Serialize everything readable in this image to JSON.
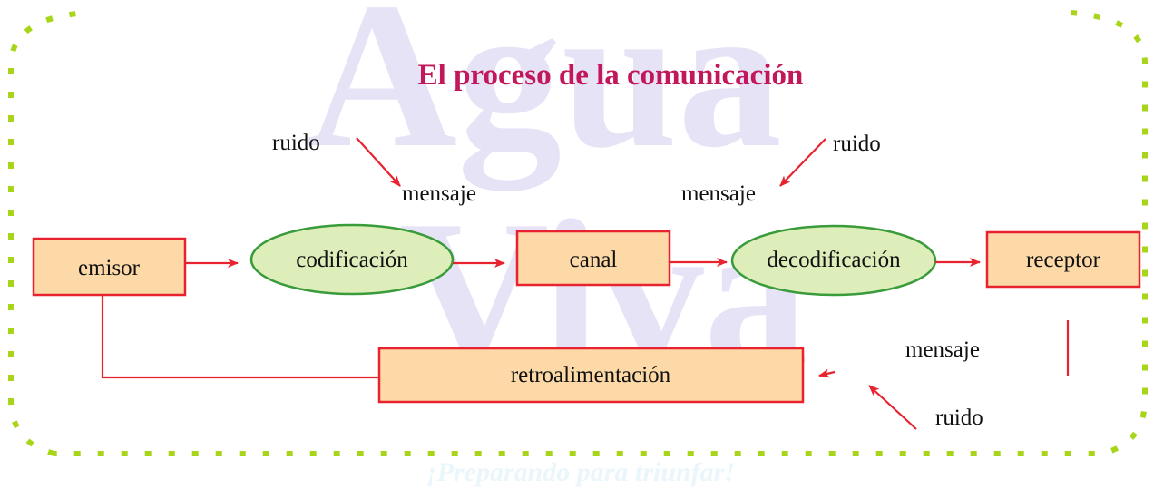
{
  "watermark": {
    "line1": "Agua",
    "line2": "Viva",
    "slogan": "¡Preparando para triunfar!"
  },
  "title": "El proceso de la comunicación",
  "nodes": {
    "emisor": "emisor",
    "codificacion": "codificación",
    "canal": "canal",
    "decodificacion": "decodificación",
    "receptor": "receptor",
    "retroalimentacion": "retroalimentación"
  },
  "labels": {
    "ruido_1": "ruido",
    "mensaje_1": "mensaje",
    "ruido_2": "ruido",
    "mensaje_2": "mensaje",
    "mensaje_3": "mensaje",
    "ruido_3": "ruido"
  },
  "colors": {
    "title": "#c2185b",
    "box_fill": "#fcd9a6",
    "box_border": "#e8222e",
    "oval_fill": "#ddeebb",
    "oval_border": "#3a9b3a",
    "arrow": "#e8222e",
    "frame": "#a8d51a"
  }
}
